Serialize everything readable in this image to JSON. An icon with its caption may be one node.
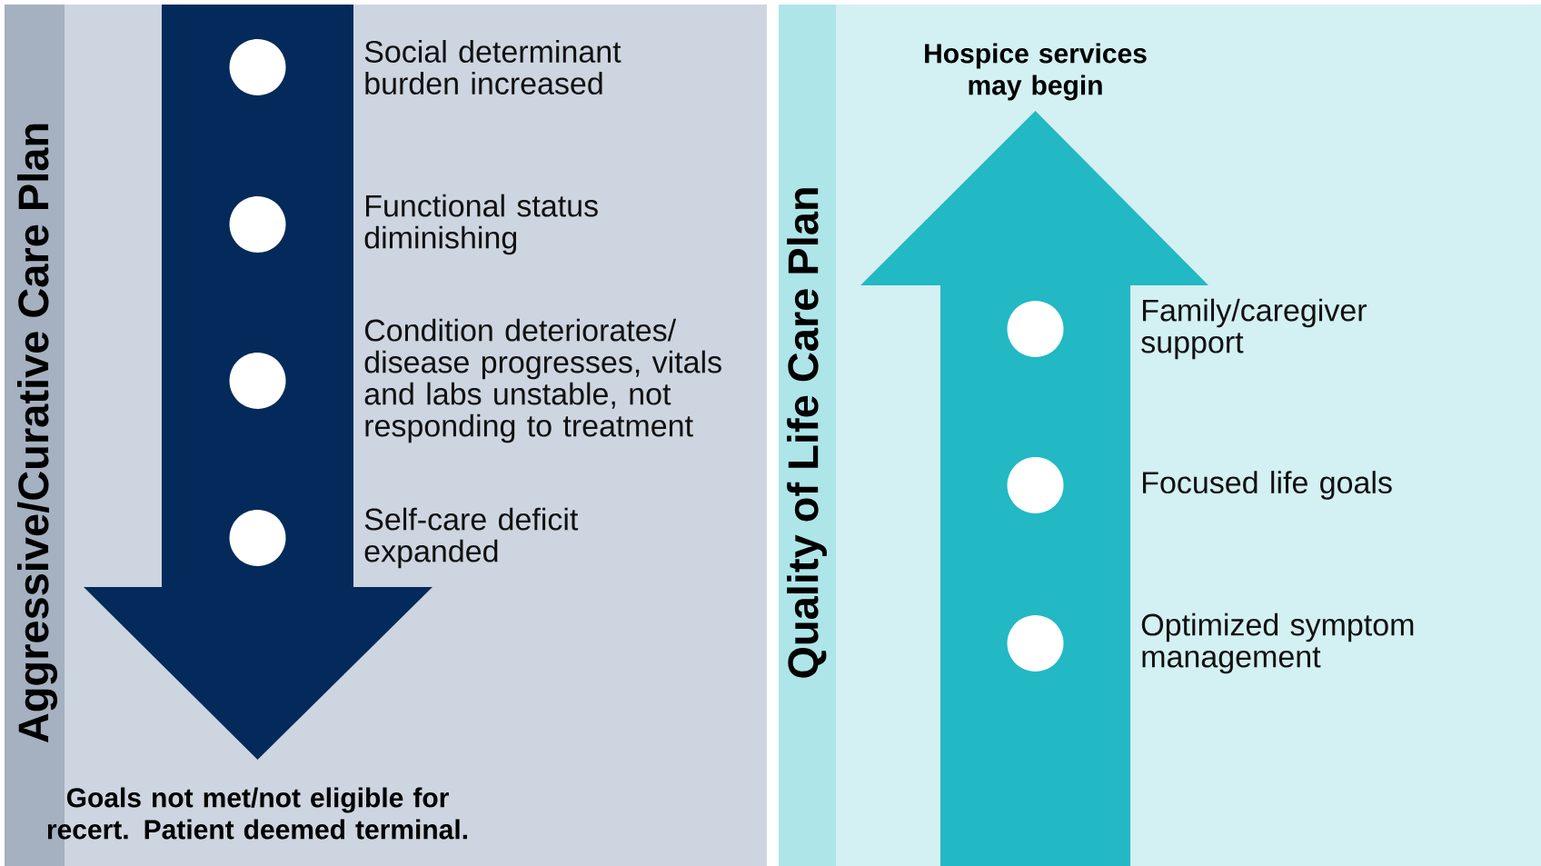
{
  "diagram": {
    "nodes": [
      {
        "text": [
          "Aggressive/Curative Care Plan"
        ]
      },
      {
        "text": [],
        "shape": "arrow",
        "in": 0,
        "beside": [
          "Goals not met/not eligible for recert. Patient deemed terminal."
        ]
      },
      {
        "text": [],
        "shape": "circle",
        "in": 1,
        "beside": [
          "Social determinant burden increased"
        ]
      },
      {
        "text": [],
        "shape": "circle",
        "in": 1,
        "beside": [
          "Functional status diminishing"
        ]
      },
      {
        "text": [],
        "shape": "circle",
        "in": 1,
        "beside": [
          "Condition deteriorates/ disease progresses, vitals and labs unstable, not responding to treatment"
        ]
      },
      {
        "text": [],
        "shape": "circle",
        "in": 1,
        "beside": [
          "Self-care deficit expanded"
        ]
      },
      {
        "text": [
          "Quality of Life Care Plan"
        ]
      },
      {
        "text": [],
        "shape": "arrow",
        "in": 6,
        "beside": [
          "Hospice services may begin"
        ]
      },
      {
        "text": [],
        "shape": "circle",
        "in": 7,
        "beside": [
          "Family/caregiver support"
        ]
      },
      {
        "text": [],
        "shape": "circle",
        "in": 7,
        "beside": [
          "Focused life goals"
        ]
      },
      {
        "text": [],
        "shape": "circle",
        "in": 7,
        "beside": [
          "Optimized symptom management"
        ]
      }
    ]
  }
}
